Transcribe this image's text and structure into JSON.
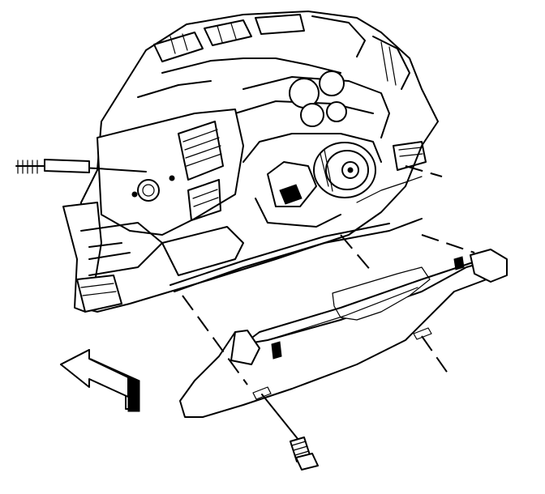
{
  "diagram": {
    "parts": [
      "instrument-panel-carrier",
      "steering-column-knee-bolster",
      "bolster-fastener",
      "front-direction-arrow"
    ],
    "colors": {
      "line": "#000000",
      "background": "#ffffff"
    },
    "icons": {
      "front_arrow": "arrow-up-left-icon"
    }
  }
}
